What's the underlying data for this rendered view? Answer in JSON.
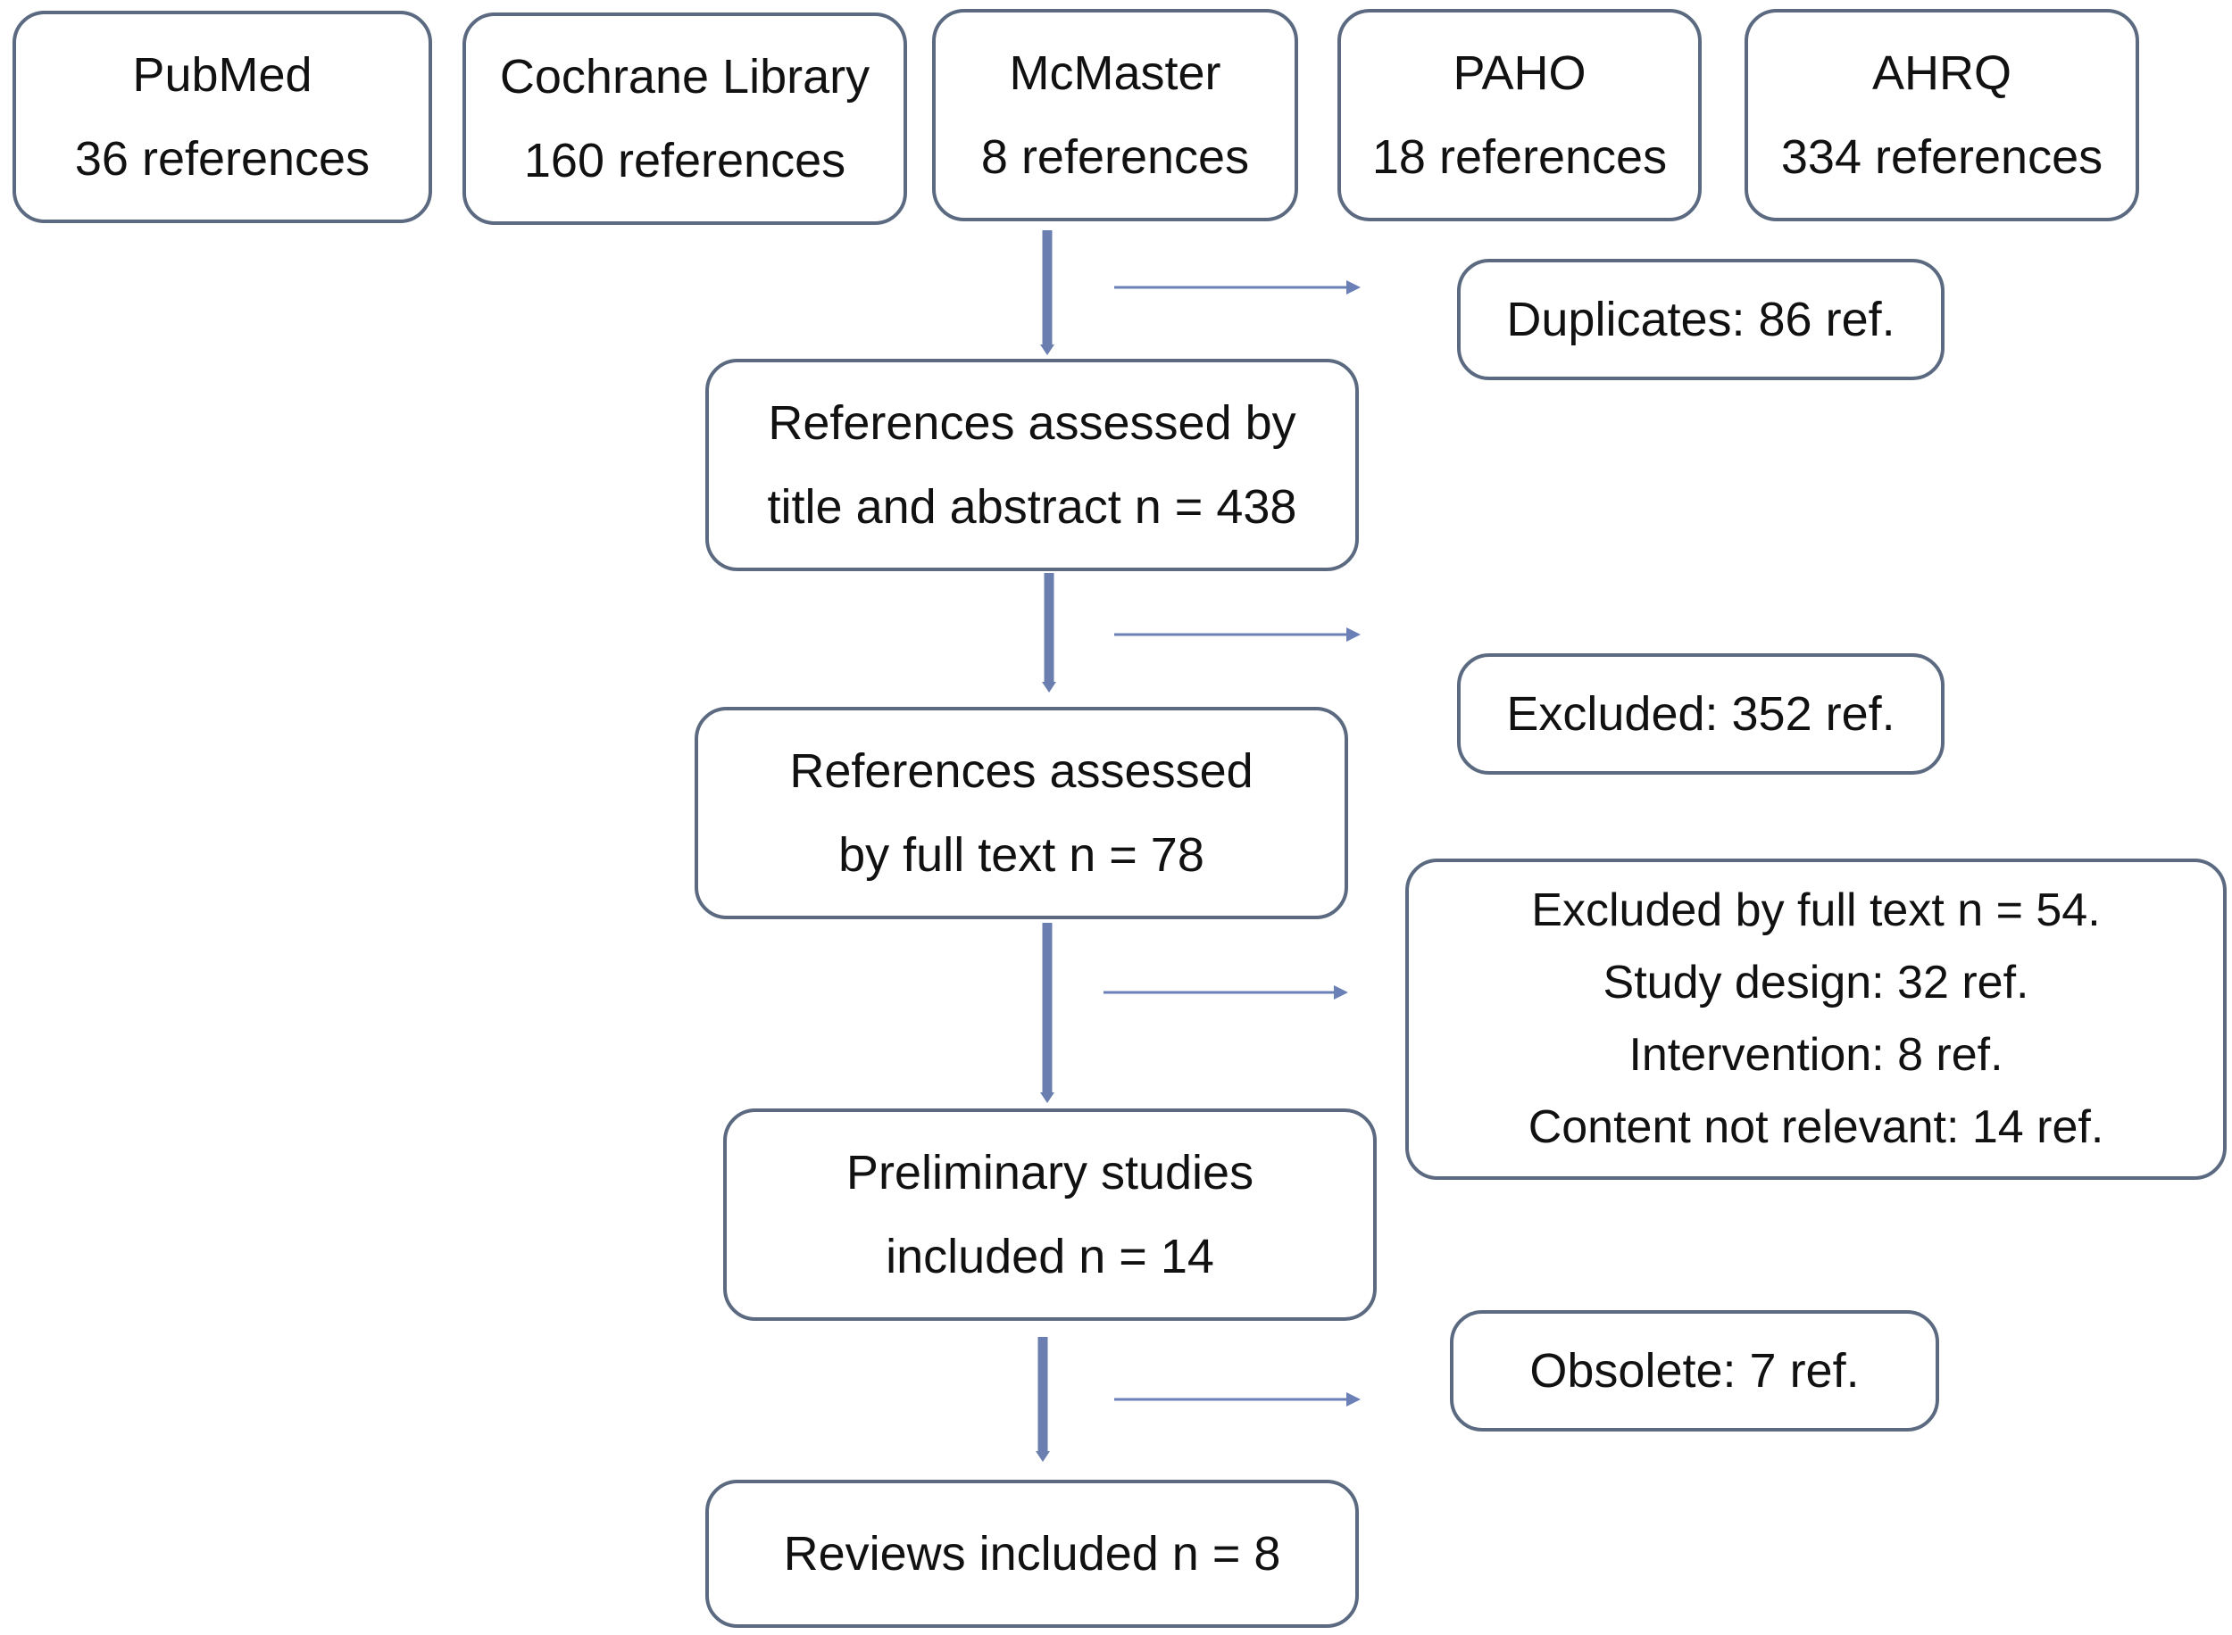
{
  "sources": [
    {
      "name": "PubMed",
      "count": "36 references"
    },
    {
      "name": "Cochrane Library",
      "count": "160 references"
    },
    {
      "name": "McMaster",
      "count": "8 references"
    },
    {
      "name": "PAHO",
      "count": "18 references"
    },
    {
      "name": "AHRQ",
      "count": "334 references"
    }
  ],
  "steps": {
    "title_abstract": [
      "References assessed by",
      "title and abstract n = 438"
    ],
    "full_text": [
      "References assessed",
      "by full text n = 78"
    ],
    "preliminary": [
      "Preliminary studies",
      "included n = 14"
    ],
    "reviews": "Reviews included n = 8"
  },
  "exclusions": {
    "duplicates": "Duplicates: 86 ref.",
    "excluded": "Excluded: 352 ref.",
    "full_text": [
      "Excluded by full text n = 54.",
      "Study design: 32 ref.",
      "Intervention: 8 ref.",
      "Content not relevant: 14 ref."
    ],
    "obsolete": "Obsolete: 7 ref."
  },
  "colors": {
    "box_border": "#5b6a80",
    "arrow_main": "#6a7fb0",
    "arrow_side": "#6a80b6"
  }
}
